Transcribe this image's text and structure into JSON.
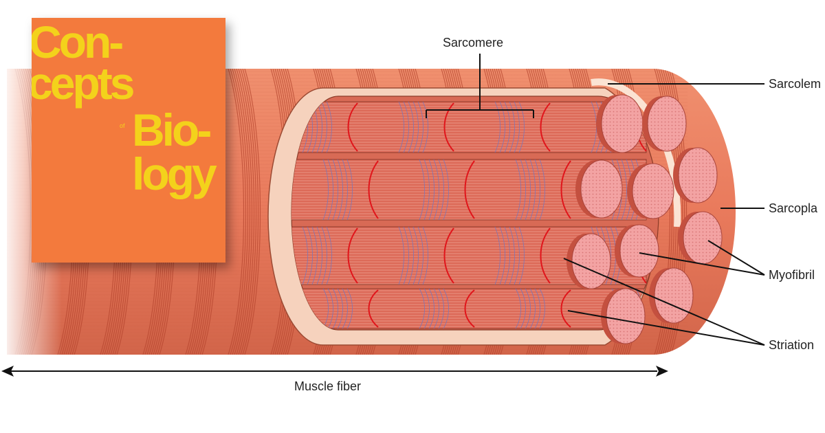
{
  "colors": {
    "fiber": "#e97a5c",
    "fiber_dark": "#c85a40",
    "stripe": "#b5452d",
    "sarcolemma": "#f6d2bd",
    "myofibril": "#dc6a58",
    "z_line": "#e0151b",
    "a_band": "#6a77c6",
    "end_face": "#f09a9a",
    "cover_bg": "#f37a3d",
    "cover_text": "#f3d21b"
  },
  "book_cover": {
    "line1": "Con-",
    "line2": "cepts",
    "of": "of",
    "line3": "Bio-",
    "line4": "logy"
  },
  "labels": {
    "sarcomere": "Sarcomere",
    "sarcolemma": "Sarcolem",
    "sarcoplasm": "Sarcopla",
    "myofibrils": "Myofibril",
    "striations": "Striation",
    "muscle_fiber": "Muscle fiber"
  }
}
